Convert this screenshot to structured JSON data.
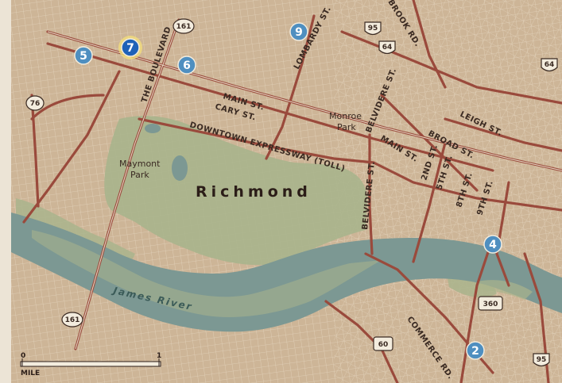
{
  "map": {
    "city_label": "Richmond",
    "river_label": "James River",
    "streets": {
      "boulevard": "THE BOULEVARD",
      "main_west": "MAIN ST.",
      "cary": "CARY ST.",
      "expressway": "DOWNTOWN EXPRESSWAY (TOLL)",
      "lombardy": "LOMBARDY ST.",
      "brook": "BROOK RD.",
      "belvidere_north": "BELVIDERE ST.",
      "belvidere_south": "BELVIDERE ST.",
      "main_east": "MAIN ST.",
      "broad": "BROAD ST.",
      "leigh": "LEIGH ST.",
      "second": "2ND ST.",
      "fifth": "5TH ST.",
      "eighth": "8TH ST.",
      "ninth": "9TH ST.",
      "commerce": "COMMERCE RD."
    },
    "places": {
      "monroe_park_line1": "Monroe",
      "monroe_park_line2": "Park",
      "maymont_park_line1": "Maymont",
      "maymont_park_line2": "Park"
    },
    "route_shields": {
      "r161_north": "161",
      "r161_south": "161",
      "r76": "76",
      "r95_north": "95",
      "r64_north": "64",
      "r64_east": "64",
      "r360": "360",
      "r60": "60",
      "r95_south": "95"
    },
    "markers": {
      "m2": "2",
      "m4": "4",
      "m5": "5",
      "m6": "6",
      "m7": "7",
      "m9": "9"
    },
    "scale": {
      "zero": "0",
      "one": "1",
      "unit": "MILE"
    },
    "colors": {
      "land": "#cdb597",
      "park": "#a9b48c",
      "water": "#7c9893",
      "major_road": "#9a4a3c",
      "minor_road": "#e8dcc7",
      "marker": "#4f8fc0",
      "marker_selected": "#1f62b8"
    }
  }
}
